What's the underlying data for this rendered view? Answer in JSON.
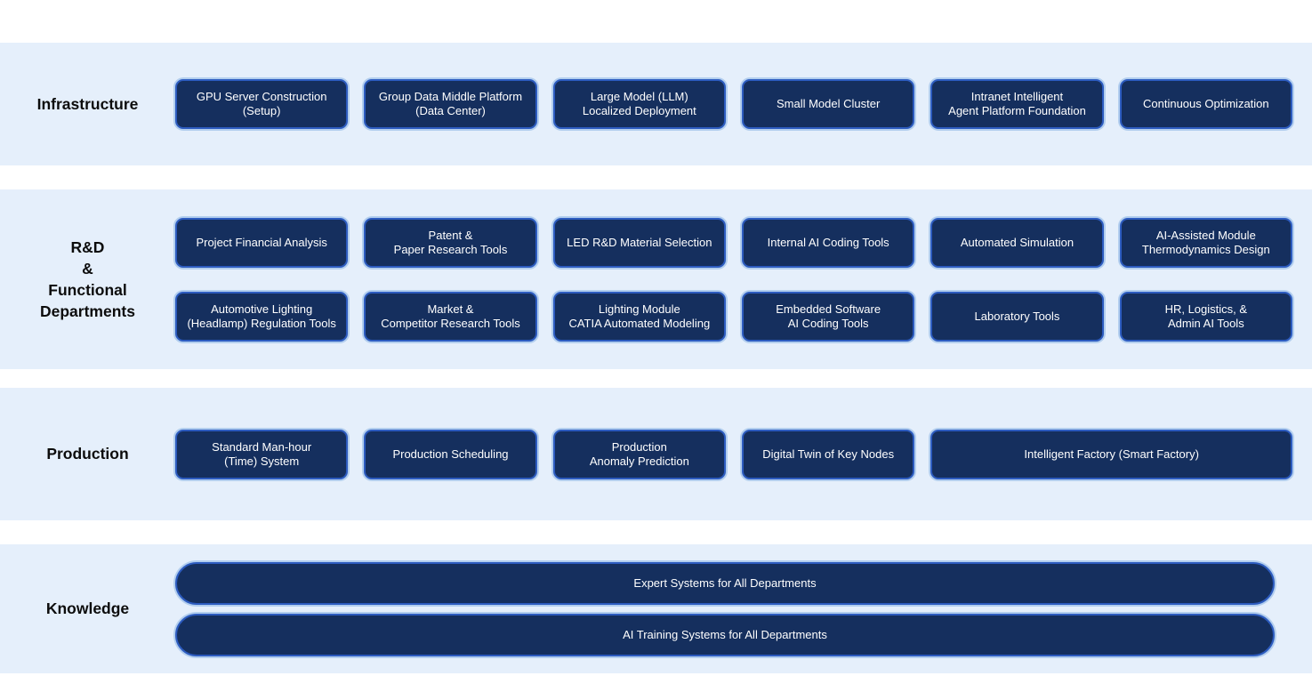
{
  "theme": {
    "page_bg": "#ffffff",
    "band_bg": "#e5effb",
    "node_fill": "#152f5e",
    "node_border": "#2d5cc0",
    "node_glow": "#88b3e3",
    "node_text": "#ffffff",
    "label_text": "#0c0c0c"
  },
  "bands": [
    {
      "label": "Infrastructure",
      "rows": [
        [
          "GPU Server Construction\n(Setup)",
          "Group Data Middle Platform\n(Data Center)",
          "Large Model (LLM)\nLocalized Deployment",
          "Small Model Cluster",
          "Intranet Intelligent\nAgent Platform Foundation",
          "Continuous Optimization"
        ]
      ]
    },
    {
      "label": "R&D\n&\nFunctional\nDepartments",
      "rows": [
        [
          "Project Financial Analysis",
          "Patent &\nPaper Research Tools",
          "LED R&D Material Selection",
          "Internal AI Coding Tools",
          "Automated Simulation",
          "AI-Assisted Module\nThermodynamics Design"
        ],
        [
          "Automotive Lighting\n(Headlamp) Regulation Tools",
          "Market &\nCompetitor Research Tools",
          "Lighting Module\nCATIA Automated Modeling",
          "Embedded Software\nAI Coding Tools",
          "Laboratory Tools",
          "HR, Logistics, &\nAdmin AI Tools"
        ]
      ]
    },
    {
      "label": "Production",
      "rows": [
        [
          "Standard Man-hour\n(Time) System",
          "Production Scheduling",
          "Production\nAnomaly Prediction",
          "Digital Twin of Key Nodes",
          "Intelligent Factory (Smart Factory)"
        ]
      ]
    },
    {
      "label": "Knowledge",
      "rows": [
        [
          "Expert Systems for All Departments"
        ],
        [
          "AI Training Systems for All Departments"
        ]
      ]
    }
  ]
}
